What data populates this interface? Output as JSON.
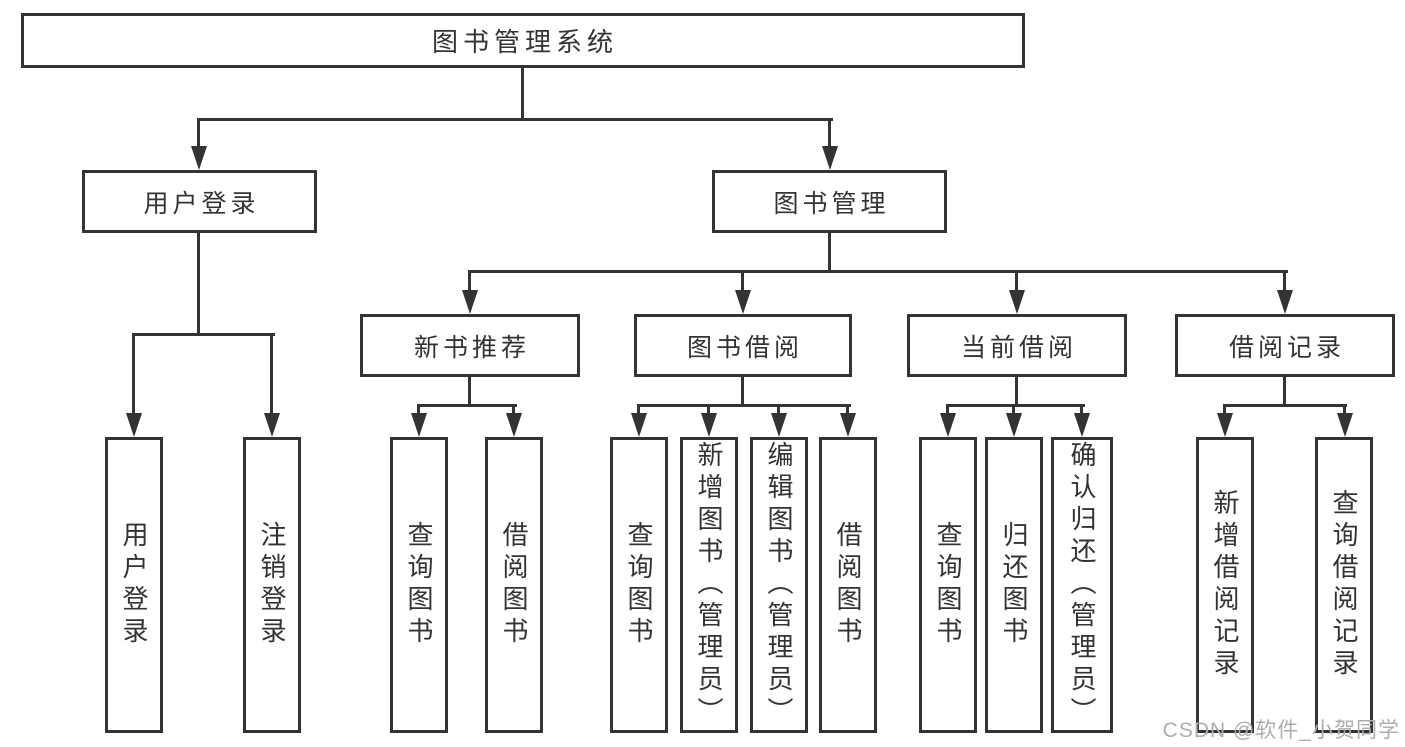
{
  "diagram": {
    "root": {
      "label": "图书管理系统"
    },
    "level2": [
      {
        "label": "用户登录"
      },
      {
        "label": "图书管理"
      }
    ],
    "level3": [
      {
        "label": "新书推荐"
      },
      {
        "label": "图书借阅"
      },
      {
        "label": "当前借阅"
      },
      {
        "label": "借阅记录"
      }
    ],
    "leaves": [
      {
        "label": "用户登录"
      },
      {
        "label": "注销登录"
      },
      {
        "label": "查询图书"
      },
      {
        "label": "借阅图书"
      },
      {
        "label": "查询图书"
      },
      {
        "label": "新增图书（管理员）"
      },
      {
        "label": "编辑图书（管理员）"
      },
      {
        "label": "借阅图书"
      },
      {
        "label": "查询图书"
      },
      {
        "label": "归还图书"
      },
      {
        "label": "确认归还（管理员）"
      },
      {
        "label": "新增借阅记录"
      },
      {
        "label": "查询借阅记录"
      }
    ]
  },
  "watermark": {
    "text": "CSDN @软件_小贺同学"
  },
  "colors": {
    "line": "#333333",
    "text": "#333333",
    "box_background": "#ffffff",
    "watermark": "#adadad",
    "page_background": "#ffffff"
  }
}
